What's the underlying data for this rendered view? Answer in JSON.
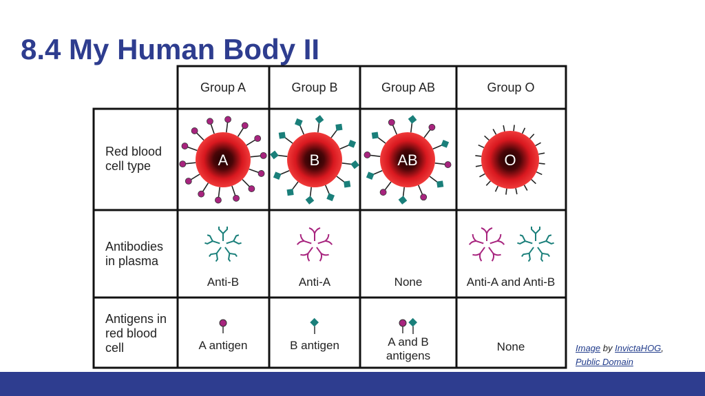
{
  "slide": {
    "title": "8.4 My Human Body II"
  },
  "table": {
    "columns": [
      "Group A",
      "Group B",
      "Group AB",
      "Group O"
    ],
    "row_labels": {
      "red_blood_cell": [
        "Red blood",
        "cell type"
      ],
      "antibodies": [
        "Antibodies",
        "in plasma"
      ],
      "antigens": [
        "Antigens in",
        "red blood",
        "cell"
      ]
    },
    "cells": {
      "cell_letters": [
        "A",
        "B",
        "AB",
        "O"
      ],
      "antibodies": [
        "Anti-B",
        "Anti-A",
        "None",
        "Anti-A and Anti-B"
      ],
      "antigens": [
        "A antigen",
        "B antigen",
        [
          "A and B",
          "antigens"
        ],
        "None"
      ]
    }
  },
  "credit": {
    "image_link": "Image",
    "by": " by ",
    "author_link": "InvictaHOG",
    "comma": ",",
    "license_link": "Public Domain"
  },
  "colors": {
    "title": "#2e3d8f",
    "footer": "#2e3d8f",
    "antigen_a": "#a7247e",
    "antigen_b": "#1a7f7a",
    "cell_red": "#e8262c"
  }
}
